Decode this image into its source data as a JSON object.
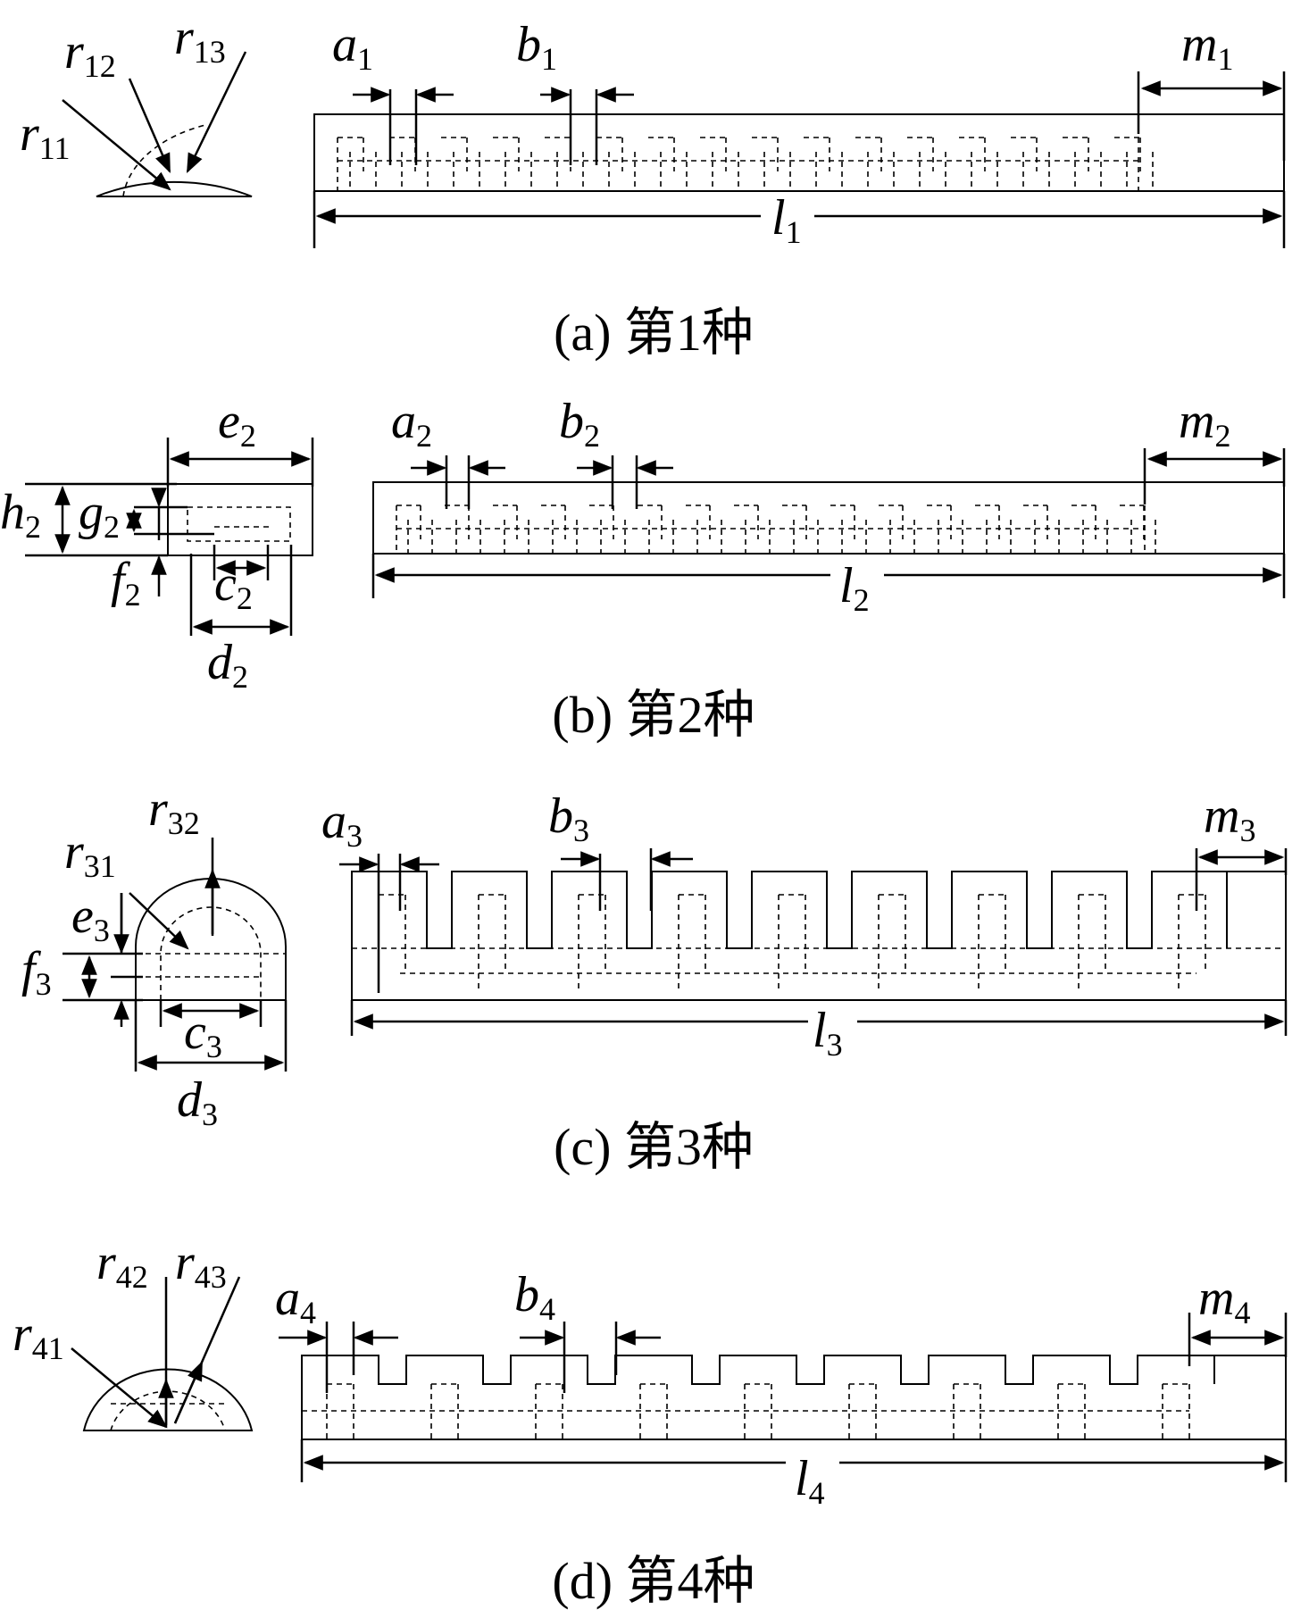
{
  "figures": [
    {
      "caption": "(a)  第1种",
      "labels": {
        "r11": {
          "var": "r",
          "sub": "11"
        },
        "r12": {
          "var": "r",
          "sub": "12"
        },
        "r13": {
          "var": "r",
          "sub": "13"
        },
        "a1": {
          "var": "a",
          "sub": "1"
        },
        "b1": {
          "var": "b",
          "sub": "1"
        },
        "m1": {
          "var": "m",
          "sub": "1"
        },
        "l1": {
          "var": "l",
          "sub": "1"
        }
      }
    },
    {
      "caption": "(b)  第2种",
      "labels": {
        "e2": {
          "var": "e",
          "sub": "2"
        },
        "h2": {
          "var": "h",
          "sub": "2"
        },
        "g2": {
          "var": "g",
          "sub": "2"
        },
        "f2": {
          "var": "f",
          "sub": "2"
        },
        "c2": {
          "var": "c",
          "sub": "2"
        },
        "d2": {
          "var": "d",
          "sub": "2"
        },
        "a2": {
          "var": "a",
          "sub": "2"
        },
        "b2": {
          "var": "b",
          "sub": "2"
        },
        "m2": {
          "var": "m",
          "sub": "2"
        },
        "l2": {
          "var": "l",
          "sub": "2"
        }
      }
    },
    {
      "caption": "(c)  第3种",
      "labels": {
        "r32": {
          "var": "r",
          "sub": "32"
        },
        "r31": {
          "var": "r",
          "sub": "31"
        },
        "e3": {
          "var": "e",
          "sub": "3"
        },
        "f3": {
          "var": "f",
          "sub": "3"
        },
        "c3": {
          "var": "c",
          "sub": "3"
        },
        "d3": {
          "var": "d",
          "sub": "3"
        },
        "a3": {
          "var": "a",
          "sub": "3"
        },
        "b3": {
          "var": "b",
          "sub": "3"
        },
        "m3": {
          "var": "m",
          "sub": "3"
        },
        "l3": {
          "var": "l",
          "sub": "3"
        }
      }
    },
    {
      "caption": "(d)  第4种",
      "labels": {
        "r42": {
          "var": "r",
          "sub": "42"
        },
        "r43": {
          "var": "r",
          "sub": "43"
        },
        "r41": {
          "var": "r",
          "sub": "41"
        },
        "a4": {
          "var": "a",
          "sub": "4"
        },
        "b4": {
          "var": "b",
          "sub": "4"
        },
        "m4": {
          "var": "m",
          "sub": "4"
        },
        "l4": {
          "var": "l",
          "sub": "4"
        }
      }
    }
  ]
}
